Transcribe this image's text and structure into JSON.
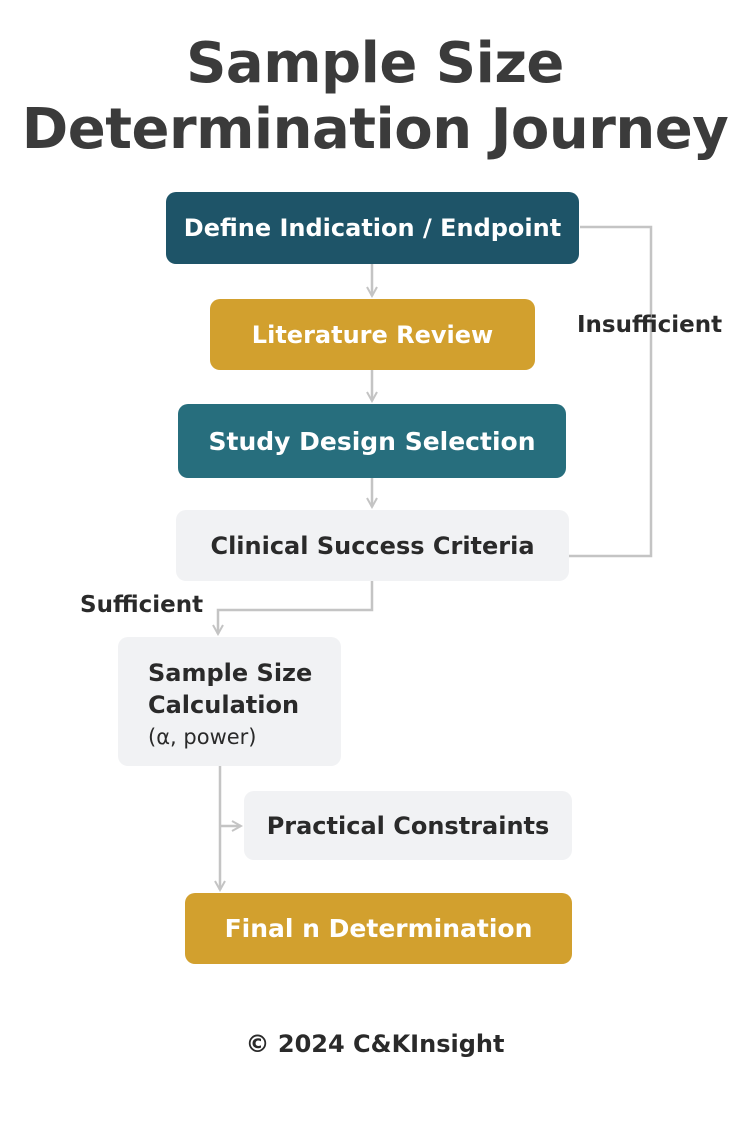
{
  "title": {
    "line1": "Sample Size",
    "line2": "Determination Journey"
  },
  "nodes": {
    "define": "Define Indication / Endpoint",
    "literature": "Literature Review",
    "design": "Study Design Selection",
    "criteria": "Clinical Success Criteria",
    "calc_line1": "Sample Size",
    "calc_line2": "Calculation",
    "calc_line3": "(α, power)",
    "constraints": "Practical Constraints",
    "final": "Final n Determination"
  },
  "edge_labels": {
    "insufficient": "Insufficient",
    "sufficient": "Sufficient"
  },
  "footer": "© 2024 C&KInsight",
  "colors": {
    "dark_teal": "#1e5468",
    "teal": "#276e7d",
    "gold": "#d2a02e",
    "light_gray": "#f1f2f4",
    "connector": "#c4c4c4"
  }
}
